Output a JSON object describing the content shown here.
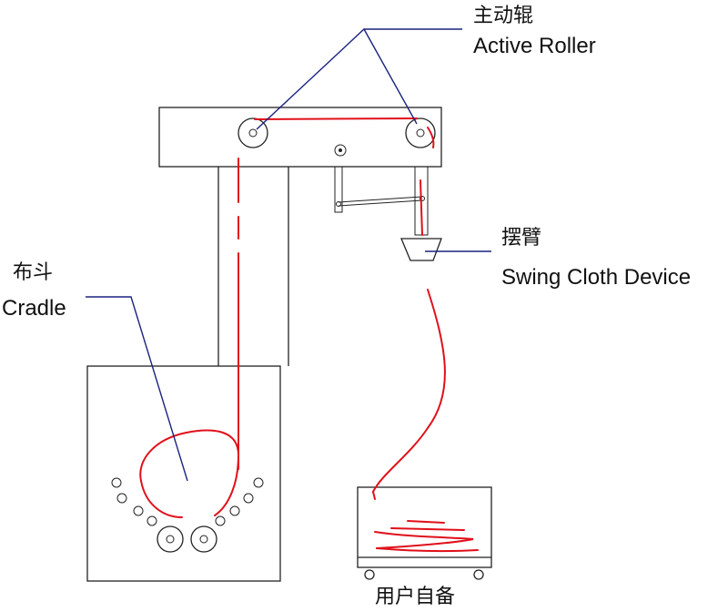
{
  "labels": {
    "active_roller": {
      "zh": "主动辊",
      "en": "Active Roller"
    },
    "swing_cloth_device": {
      "zh": "摆臂",
      "en": "Swing Cloth Device"
    },
    "cradle": {
      "zh": "布斗",
      "en": "Cradle"
    },
    "user_supplied": {
      "zh": "用户自备"
    }
  },
  "colors": {
    "fabric": "#e0101a",
    "leader": "#1a237e",
    "structure": "#222222"
  }
}
